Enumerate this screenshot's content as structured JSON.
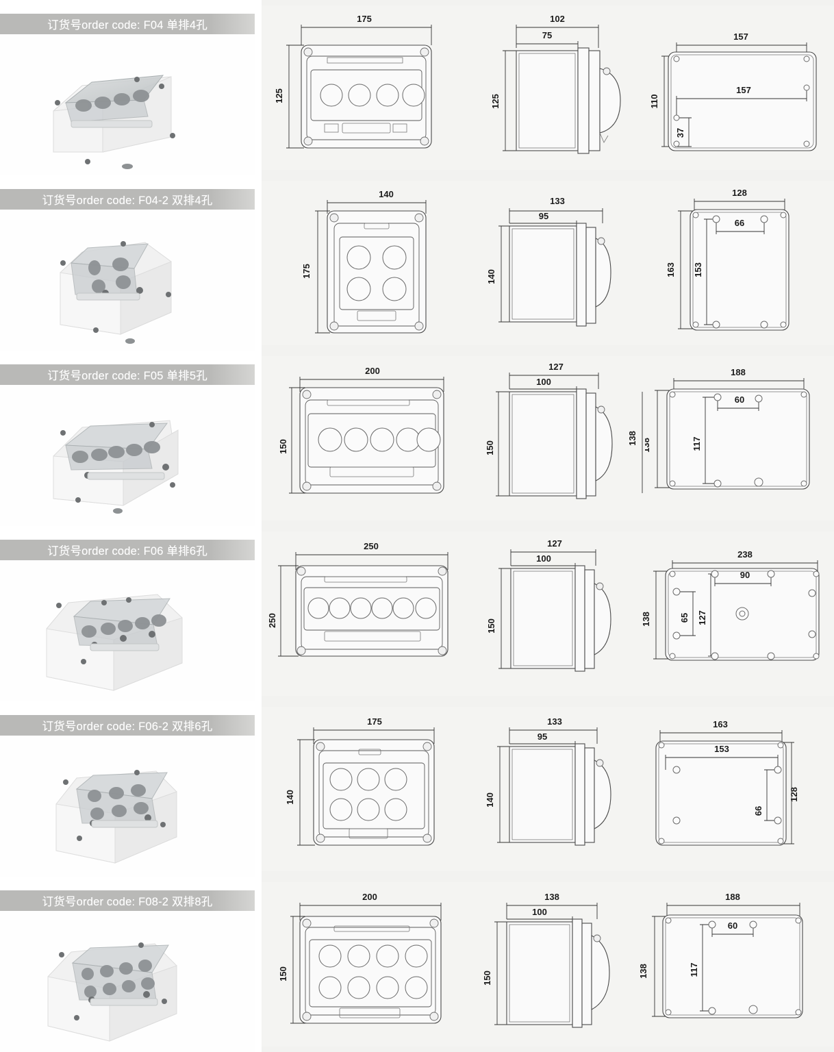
{
  "page": {
    "title_prefix": "订货号order code:",
    "background": "#ffffff",
    "band_color": "#b9b9b7",
    "panel_color": "#f2f2f0"
  },
  "products": [
    {
      "id": "F04",
      "code_label": "订货号order code: F04  单排4孔",
      "order_code": "F04",
      "layout_cn": "单排4孔",
      "rows_of_holes": 1,
      "holes": 4,
      "photo_alt": "enclosure-f04",
      "front": {
        "width": "175",
        "height": "125",
        "holes_per_row": 4,
        "hole_rows": 1
      },
      "side": {
        "depth_total": "102",
        "depth_body": "75",
        "height": "125"
      },
      "back": {
        "width": "157",
        "height": "110",
        "inner_width": "157",
        "inner_height": "37"
      },
      "back_dims": [
        "157",
        "110",
        "157",
        "37"
      ]
    },
    {
      "id": "F04-2",
      "code_label": "订货号order code: F04-2  双排4孔",
      "order_code": "F04-2",
      "layout_cn": "双排4孔",
      "rows_of_holes": 2,
      "holes": 4,
      "photo_alt": "enclosure-f04-2",
      "front": {
        "width": "140",
        "height": "175",
        "holes_per_row": 2,
        "hole_rows": 2
      },
      "side": {
        "depth_total": "133",
        "depth_body": "95",
        "height": "140"
      },
      "back": {
        "width": "128",
        "height": "163",
        "inner_width": "66",
        "inner_height": "153"
      },
      "back_dims": [
        "128",
        "163",
        "66",
        "153"
      ]
    },
    {
      "id": "F05",
      "code_label": "订货号order code: F05  单排5孔",
      "order_code": "F05",
      "layout_cn": "单排5孔",
      "rows_of_holes": 1,
      "holes": 5,
      "photo_alt": "enclosure-f05",
      "front": {
        "width": "200",
        "height": "150",
        "holes_per_row": 5,
        "hole_rows": 1
      },
      "side": {
        "depth_total": "127",
        "depth_body": "100",
        "height": "150"
      },
      "back": {
        "width": "188",
        "height": "138",
        "inner_width": "60",
        "inner_height": "117"
      },
      "back_dims": [
        "188",
        "138",
        "60",
        "117"
      ]
    },
    {
      "id": "F06",
      "code_label": "订货号order code: F06  单排6孔",
      "order_code": "F06",
      "layout_cn": "单排6孔",
      "rows_of_holes": 1,
      "holes": 6,
      "photo_alt": "enclosure-f06",
      "front": {
        "width": "250",
        "height": "250",
        "holes_per_row": 6,
        "hole_rows": 1
      },
      "side": {
        "depth_total": "127",
        "depth_body": "100",
        "height": "150"
      },
      "back": {
        "width": "238",
        "height": "138",
        "inner_width": "90",
        "inner_height": "127",
        "extra_w": "65"
      },
      "back_dims": [
        "238",
        "138",
        "90",
        "127",
        "65"
      ]
    },
    {
      "id": "F06-2",
      "code_label": "订货号order code: F06-2 双排6孔",
      "order_code": "F06-2",
      "layout_cn": "双排6孔",
      "rows_of_holes": 2,
      "holes": 6,
      "photo_alt": "enclosure-f06-2",
      "front": {
        "width": "175",
        "height": "140",
        "holes_per_row": 3,
        "hole_rows": 2
      },
      "side": {
        "depth_total": "133",
        "depth_body": "95",
        "height": "140"
      },
      "back": {
        "width": "163",
        "height": "128",
        "inner_width": "153",
        "inner_height": "66"
      },
      "back_dims": [
        "163",
        "128",
        "153",
        "66"
      ]
    },
    {
      "id": "F08-2",
      "code_label": "订货号order code: F08-2  双排8孔",
      "order_code": "F08-2",
      "layout_cn": "双排8孔",
      "rows_of_holes": 2,
      "holes": 8,
      "photo_alt": "enclosure-f08-2",
      "front": {
        "width": "200",
        "height": "150",
        "holes_per_row": 4,
        "hole_rows": 2
      },
      "side": {
        "depth_total": "138",
        "depth_body": "100",
        "height": "150"
      },
      "back": {
        "width": "188",
        "height": "138",
        "inner_width": "60",
        "inner_height": "117"
      },
      "back_dims": [
        "188",
        "138",
        "60",
        "117"
      ]
    }
  ]
}
